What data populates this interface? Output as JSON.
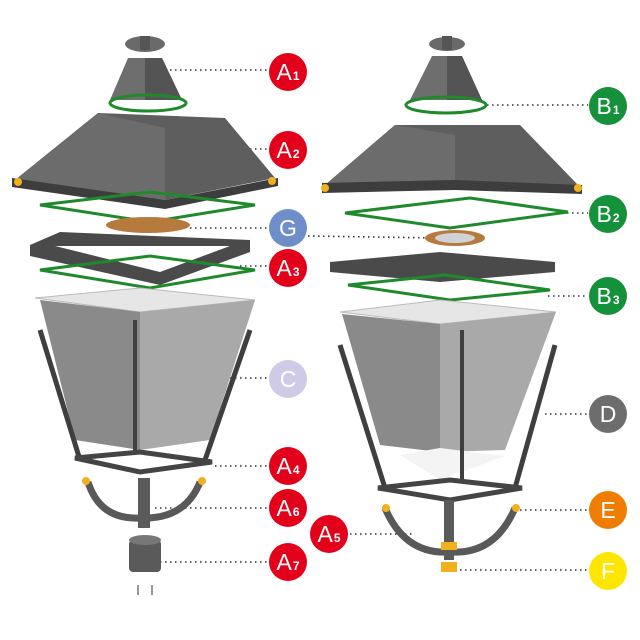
{
  "colors": {
    "A": "#e3001b",
    "B": "#14913a",
    "G": "#6f8fcb",
    "C": "#cfcbe6",
    "D": "#6d6d6d",
    "E": "#ef7d00",
    "F": "#ffe600",
    "metal": "#5a5a5a",
    "gasket": "#1f8a2b",
    "brass": "#f2b01e"
  },
  "labels": [
    {
      "id": "A1",
      "letter": "A",
      "sub": "1",
      "color": "#e3001b"
    },
    {
      "id": "A2",
      "letter": "A",
      "sub": "2",
      "color": "#e3001b"
    },
    {
      "id": "G",
      "letter": "G",
      "sub": "",
      "color": "#6f8fcb"
    },
    {
      "id": "A3",
      "letter": "A",
      "sub": "3",
      "color": "#e3001b"
    },
    {
      "id": "C",
      "letter": "C",
      "sub": "",
      "color": "#cfcbe6"
    },
    {
      "id": "A4",
      "letter": "A",
      "sub": "4",
      "color": "#e3001b"
    },
    {
      "id": "A6",
      "letter": "A",
      "sub": "6",
      "color": "#e3001b"
    },
    {
      "id": "A7",
      "letter": "A",
      "sub": "7",
      "color": "#e3001b"
    },
    {
      "id": "A5",
      "letter": "A",
      "sub": "5",
      "color": "#e3001b"
    },
    {
      "id": "B1",
      "letter": "B",
      "sub": "1",
      "color": "#14913a"
    },
    {
      "id": "B2",
      "letter": "B",
      "sub": "2",
      "color": "#14913a"
    },
    {
      "id": "B3",
      "letter": "B",
      "sub": "3",
      "color": "#14913a"
    },
    {
      "id": "D",
      "letter": "D",
      "sub": "",
      "color": "#6d6d6d"
    },
    {
      "id": "E",
      "letter": "E",
      "sub": "",
      "color": "#ef7d00"
    },
    {
      "id": "F",
      "letter": "F",
      "sub": "",
      "color": "#ffe600"
    }
  ]
}
